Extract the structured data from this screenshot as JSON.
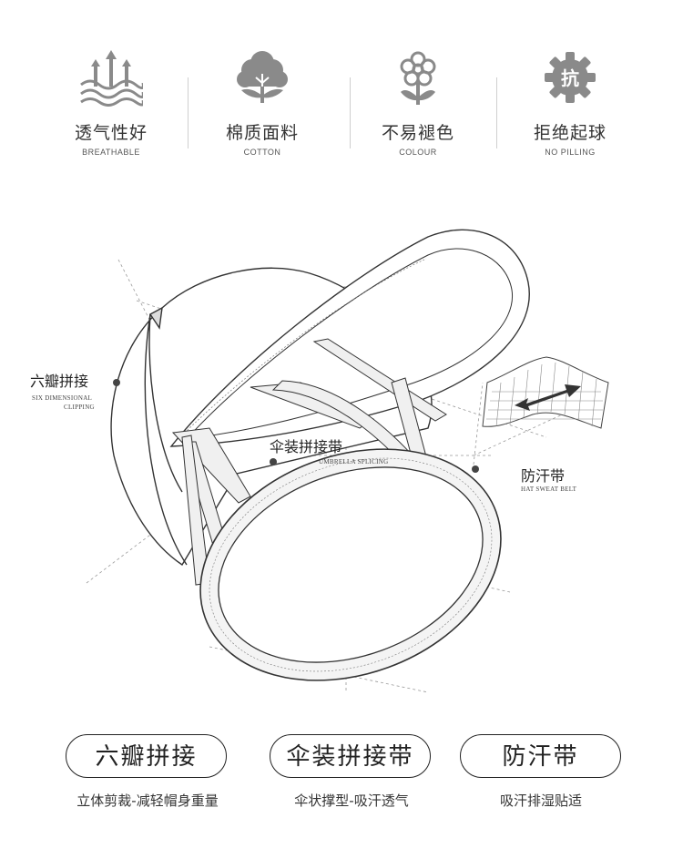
{
  "features": [
    {
      "zh": "透气性好",
      "en": "BREATHABLE",
      "icon": "breathable-arrows-icon"
    },
    {
      "zh": "棉质面料",
      "en": "COTTON",
      "icon": "cotton-plant-icon"
    },
    {
      "zh": "不易褪色",
      "en": "COLOUR",
      "icon": "flower-icon"
    },
    {
      "zh": "拒绝起球",
      "en": "NO PILLING",
      "icon": "anti-pilling-gear-icon",
      "icon_text": "抗"
    }
  ],
  "callouts": {
    "six_panel": {
      "zh": "六瓣拼接",
      "en_line1": "SIX DIMENSIONAL",
      "en_line2": "CLIPPING"
    },
    "umbrella": {
      "zh": "伞装拼接带",
      "en": "UMBRELLA SPLICING"
    },
    "sweat_belt": {
      "zh": "防汗带",
      "en": "HAT SWEAT BELT"
    }
  },
  "pills": [
    {
      "label": "六瓣拼接",
      "caption": "立体剪裁-减轻帽身重量"
    },
    {
      "label": "伞装拼接带",
      "caption": "伞状撑型-吸汗透气"
    },
    {
      "label": "防汗带",
      "caption": "吸汗排湿贴适"
    }
  ],
  "colors": {
    "icon_gray": "#8a8a8a",
    "line": "#333333",
    "band_fill": "#f4f4f4"
  }
}
